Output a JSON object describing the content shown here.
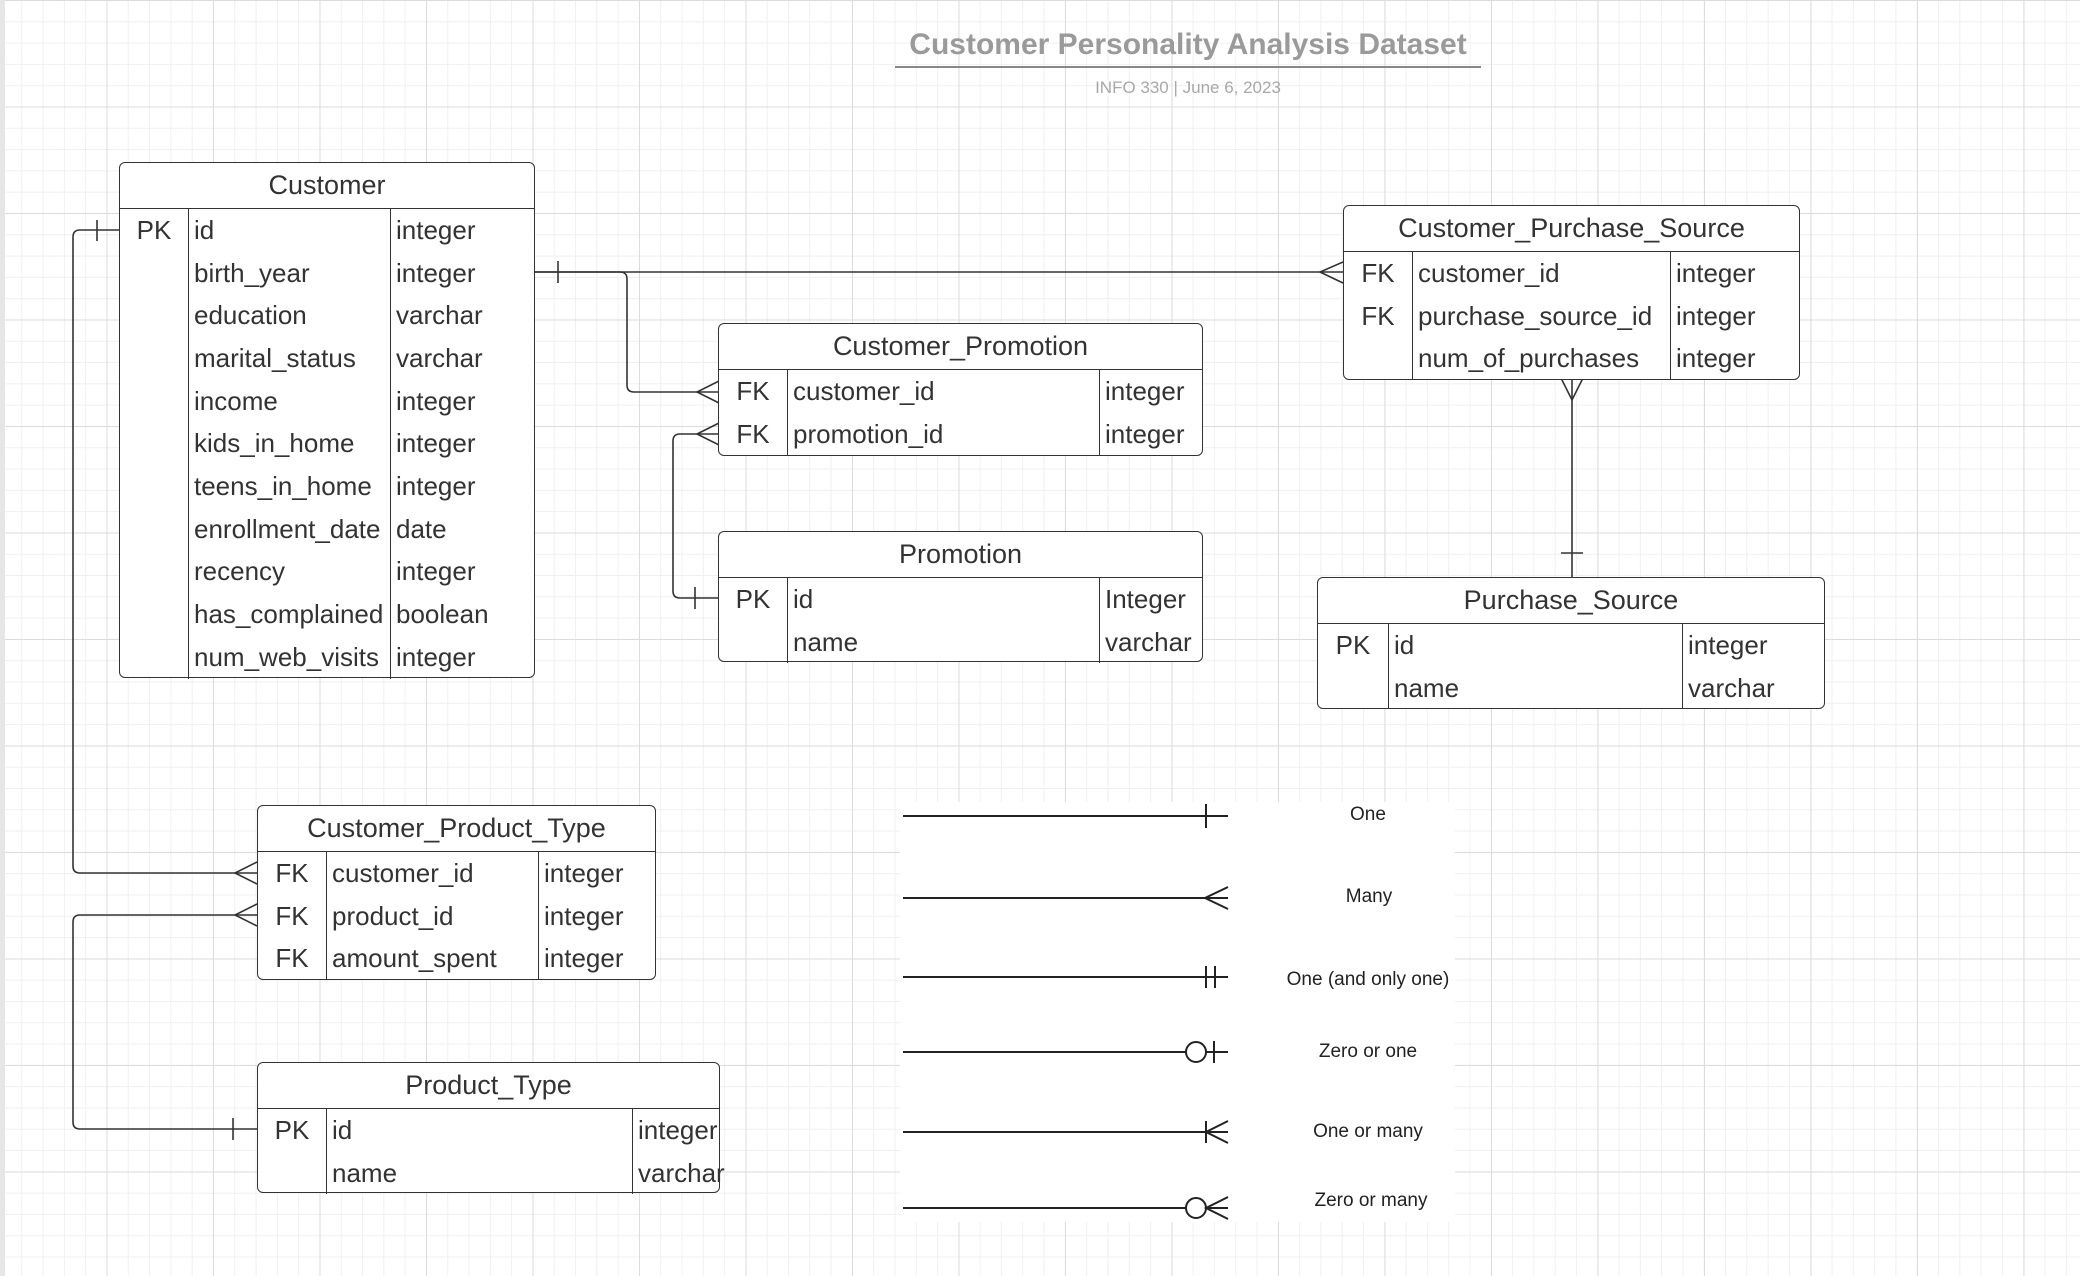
{
  "header": {
    "title": "Customer Personality Analysis Dataset",
    "subtitle": "INFO 330 |  June 6, 2023"
  },
  "entities": {
    "customer": {
      "name": "Customer",
      "rows": [
        {
          "key": "PK",
          "field": "id",
          "type": "integer"
        },
        {
          "key": "",
          "field": "birth_year",
          "type": "integer"
        },
        {
          "key": "",
          "field": "education",
          "type": "varchar"
        },
        {
          "key": "",
          "field": "marital_status",
          "type": "varchar"
        },
        {
          "key": "",
          "field": "income",
          "type": "integer"
        },
        {
          "key": "",
          "field": "kids_in_home",
          "type": "integer"
        },
        {
          "key": "",
          "field": "teens_in_home",
          "type": "integer"
        },
        {
          "key": "",
          "field": "enrollment_date",
          "type": "date"
        },
        {
          "key": "",
          "field": "recency",
          "type": "integer"
        },
        {
          "key": "",
          "field": "has_complained",
          "type": "boolean"
        },
        {
          "key": "",
          "field": "num_web_visits",
          "type": "integer"
        }
      ]
    },
    "customer_promotion": {
      "name": "Customer_Promotion",
      "rows": [
        {
          "key": "FK",
          "field": "customer_id",
          "type": "integer"
        },
        {
          "key": "FK",
          "field": "promotion_id",
          "type": "integer"
        }
      ]
    },
    "promotion": {
      "name": "Promotion",
      "rows": [
        {
          "key": "PK",
          "field": "id",
          "type": "Integer"
        },
        {
          "key": "",
          "field": "name",
          "type": "varchar"
        }
      ]
    },
    "customer_purchase_source": {
      "name": "Customer_Purchase_Source",
      "rows": [
        {
          "key": "FK",
          "field": "customer_id",
          "type": "integer"
        },
        {
          "key": "FK",
          "field": "purchase_source_id",
          "type": "integer"
        },
        {
          "key": "",
          "field": "num_of_purchases",
          "type": "integer"
        }
      ]
    },
    "purchase_source": {
      "name": "Purchase_Source",
      "rows": [
        {
          "key": "PK",
          "field": "id",
          "type": "integer"
        },
        {
          "key": "",
          "field": "name",
          "type": "varchar"
        }
      ]
    },
    "customer_product_type": {
      "name": "Customer_Product_Type",
      "rows": [
        {
          "key": "FK",
          "field": "customer_id",
          "type": "integer"
        },
        {
          "key": "FK",
          "field": "product_id",
          "type": "integer"
        },
        {
          "key": "FK",
          "field": "amount_spent",
          "type": "integer"
        }
      ]
    },
    "product_type": {
      "name": "Product_Type",
      "rows": [
        {
          "key": "PK",
          "field": "id",
          "type": "integer"
        },
        {
          "key": "",
          "field": "name",
          "type": "varchar"
        }
      ]
    }
  },
  "legend": [
    {
      "label": "One",
      "notation": "one-icon"
    },
    {
      "label": "Many",
      "notation": "many-icon"
    },
    {
      "label": "One (and only one)",
      "notation": "one-and-only-one-icon"
    },
    {
      "label": "Zero or one",
      "notation": "zero-or-one-icon"
    },
    {
      "label": "One or many",
      "notation": "one-or-many-icon"
    },
    {
      "label": "Zero or many",
      "notation": "zero-or-many-icon"
    }
  ]
}
